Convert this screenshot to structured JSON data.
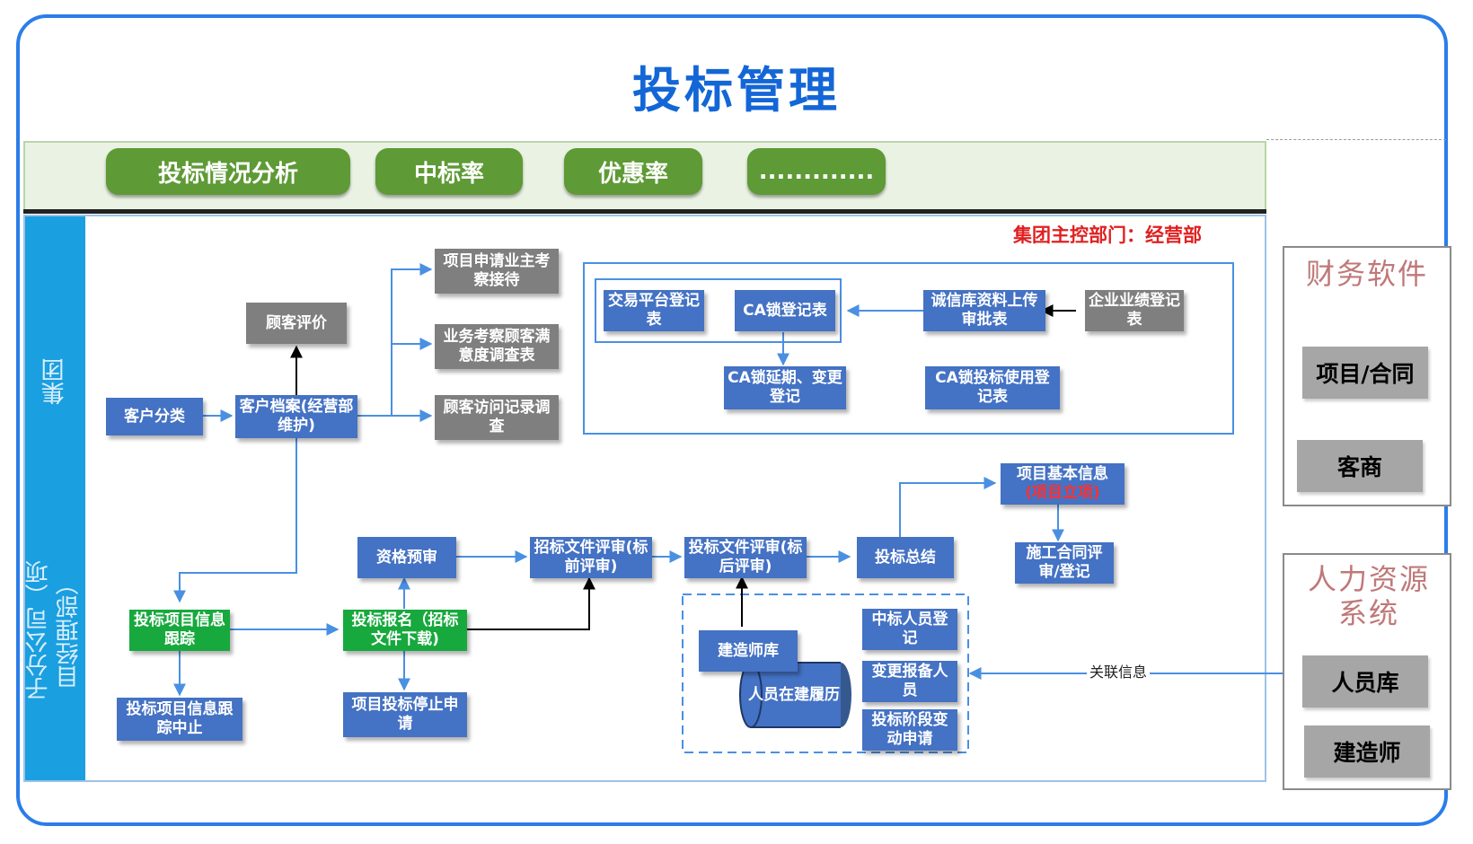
{
  "title": "投标管理",
  "top_buttons": [
    "投标情况分析",
    "中标率",
    "优惠率",
    "............."
  ],
  "lanes": {
    "group": "集团",
    "sub": "子分公司（项目经理部）"
  },
  "responsible_dept": "集团主控部门：经营部",
  "group_nodes": {
    "customer_category": "客户分类",
    "customer_file": "客户档案(经营部维护)",
    "customer_review": "顾客评价",
    "owner_reception": "项目申请业主考察接待",
    "satisfaction_survey": "业务考察顾客满意度调查表",
    "visit_record": "顾客访问记录调查",
    "trade_platform": "交易平台登记表",
    "ca_register": "CA锁登记表",
    "credit_upload": "诚信库资料上传审批表",
    "enterprise_perf": "企业业绩登记表",
    "ca_extend": "CA锁延期、变更登记",
    "ca_usage": "CA锁投标使用登记表"
  },
  "sub_nodes": {
    "qualification": "资格预审",
    "tender_review_pre": "招标文件评审(标前评审)",
    "bid_review_post": "投标文件评审(标后评审)",
    "bid_summary": "投标总结",
    "project_info_a": "项目基本信息",
    "project_info_b": "(项目立项)",
    "contract_review": "施工合同评审/登记",
    "tracking": "投标项目信息跟踪",
    "signup": "投标报名（招标文件下载)",
    "stop_tracking": "投标项目信息跟踪中止",
    "stop_apply": "项目投标停止申请",
    "builder_lib": "建造师库",
    "resume": "人员在建履历",
    "winner_reg": "中标人员登记",
    "change_staff": "变更报备人员",
    "stage_change": "投标阶段变动申请"
  },
  "right_panels": {
    "finance_title": "财务软件",
    "finance_items": [
      "项目/合同",
      "客商"
    ],
    "hr_title": "人力资源系统",
    "hr_items": [
      "人员库",
      "建造师"
    ]
  },
  "link_label": "关联信息",
  "colors": {
    "title": "#1366d6",
    "frame": "#2b7de9",
    "green_button": "#5e9a35",
    "blue_box": "#4472c4",
    "grey_box": "#7f7f7f",
    "green_box": "#17a93d",
    "lane": "#1a9fe0",
    "note": "#e02020"
  }
}
